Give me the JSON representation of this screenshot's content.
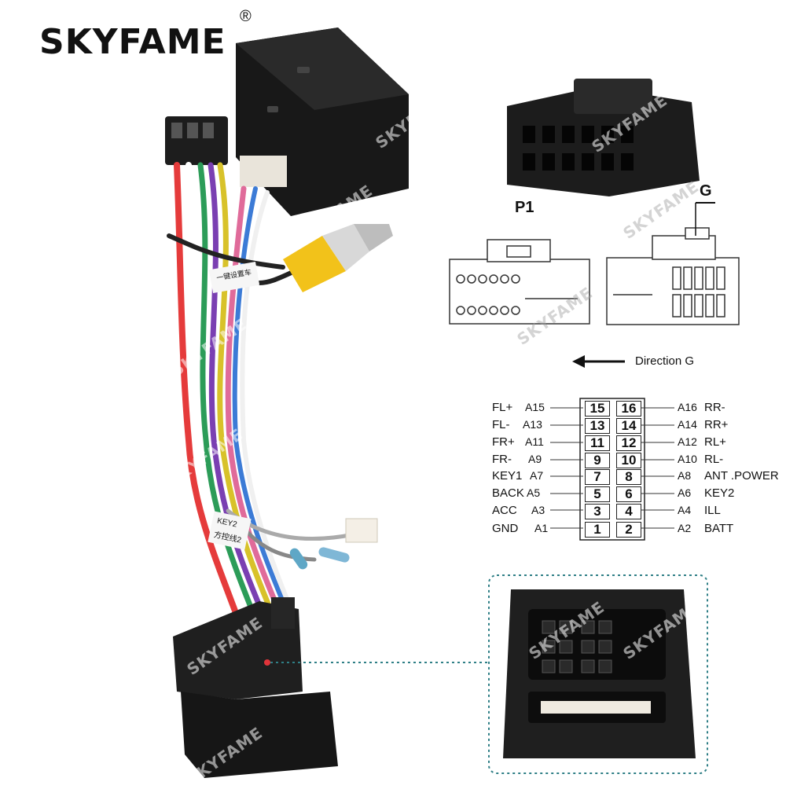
{
  "brand": {
    "name": "SKYFAME",
    "registered": "®",
    "watermark": "SKYFAME"
  },
  "labels": {
    "p1": "P1",
    "g": "G",
    "direction": "Direction G",
    "tag_cable1": "一键设置车",
    "tag_cable2": "KEY2",
    "tag_cable3": "方控线2"
  },
  "pinout": {
    "left": [
      {
        "name": "FL+",
        "pin": "A15",
        "box": "15"
      },
      {
        "name": "FL-",
        "pin": "A13",
        "box": "13"
      },
      {
        "name": "FR+",
        "pin": "A11",
        "box": "11"
      },
      {
        "name": "FR-",
        "pin": "A9",
        "box": "9"
      },
      {
        "name": "KEY1",
        "pin": "A7",
        "box": "7"
      },
      {
        "name": "BACK",
        "pin": "A5",
        "box": "5"
      },
      {
        "name": "ACC",
        "pin": "A3",
        "box": "3"
      },
      {
        "name": "GND",
        "pin": "A1",
        "box": "1"
      }
    ],
    "right": [
      {
        "name": "RR-",
        "pin": "A16",
        "box": "16"
      },
      {
        "name": "RR+",
        "pin": "A14",
        "box": "14"
      },
      {
        "name": "RL+",
        "pin": "A12",
        "box": "12"
      },
      {
        "name": "RL-",
        "pin": "A10",
        "box": "10"
      },
      {
        "name": "ANT .POWER",
        "pin": "A8",
        "box": "8"
      },
      {
        "name": "KEY2",
        "pin": "A6",
        "box": "6"
      },
      {
        "name": "ILL",
        "pin": "A4",
        "box": "4"
      },
      {
        "name": "BATT",
        "pin": "A2",
        "box": "2"
      }
    ]
  },
  "colors": {
    "accent_teal": "#2f7f86",
    "connector_black": "#1c1c1c",
    "rca_yellow": "#f2c21a"
  }
}
